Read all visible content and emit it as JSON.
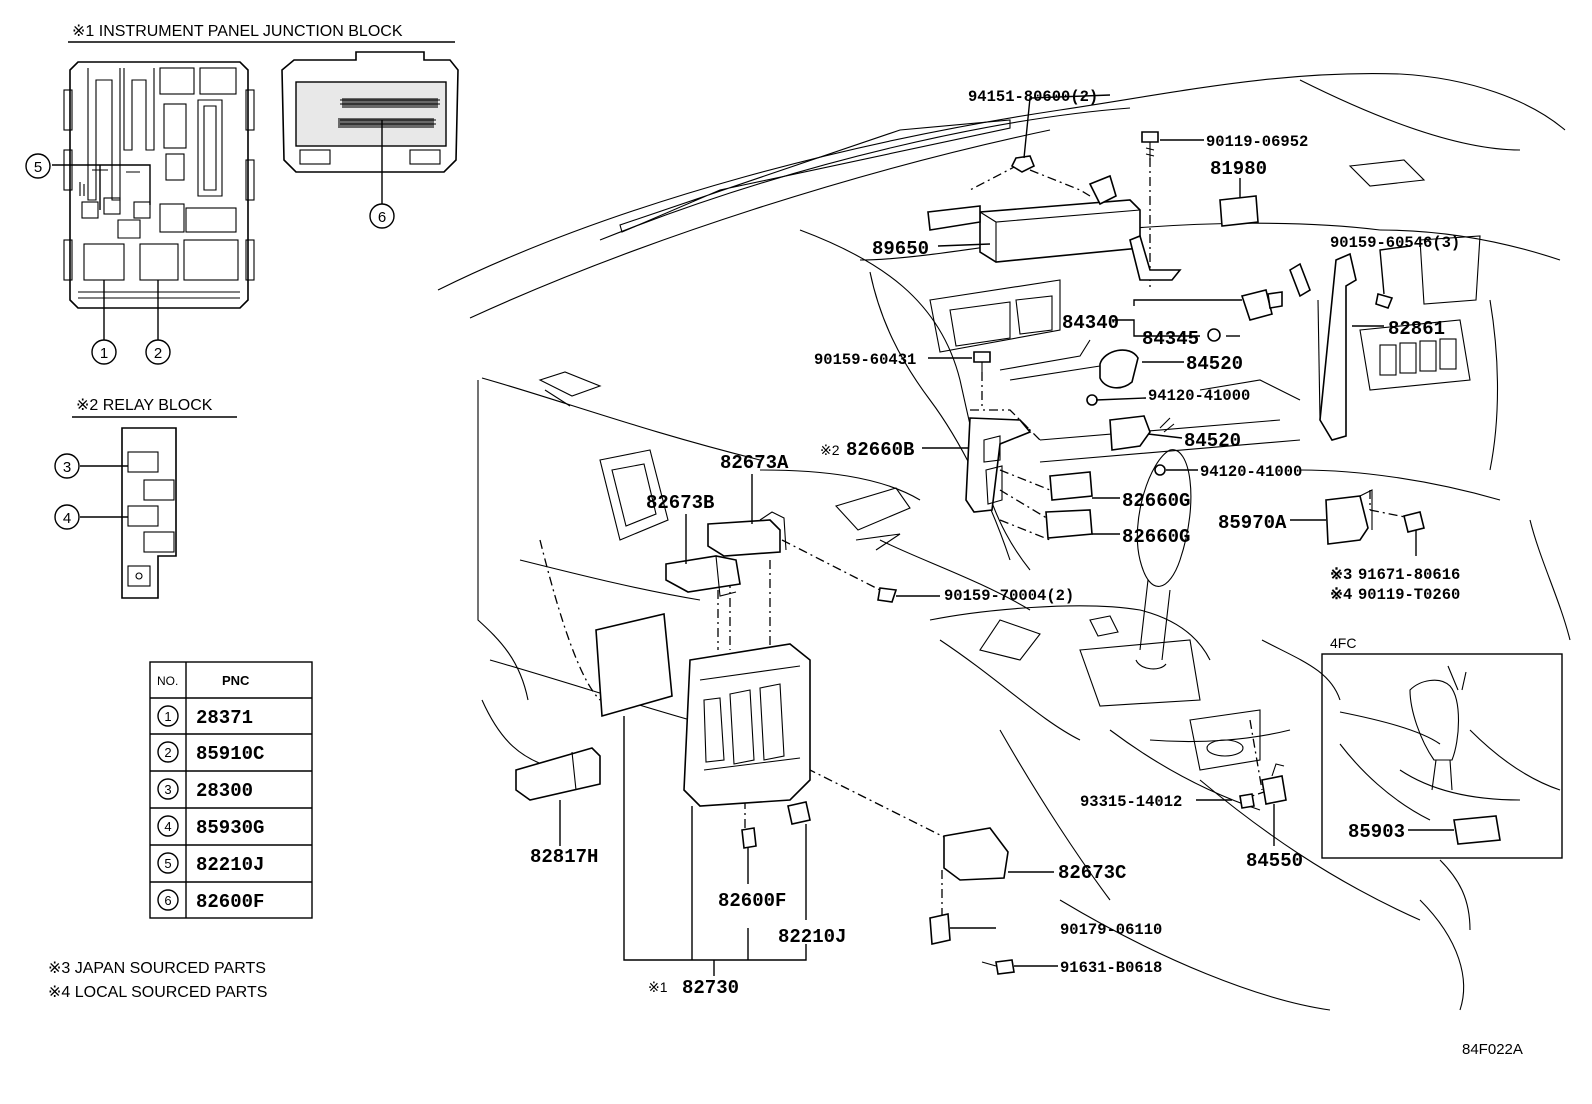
{
  "headers": {
    "jb": "※1 INSTRUMENT PANEL JUNCTION BLOCK",
    "rb": "※2 RELAY BLOCK",
    "inset": "4FC"
  },
  "notes": {
    "n3": "※3 JAPAN SOURCED PARTS",
    "n4": "※4 LOCAL SOURCED PARTS"
  },
  "footer_code": "84F022A",
  "table": {
    "col_no": "NO.",
    "col_pnc": "PNC",
    "rows": [
      {
        "no": "1",
        "pnc": "28371"
      },
      {
        "no": "2",
        "pnc": "85910C"
      },
      {
        "no": "3",
        "pnc": "28300"
      },
      {
        "no": "4",
        "pnc": "85930G"
      },
      {
        "no": "5",
        "pnc": "82210J"
      },
      {
        "no": "6",
        "pnc": "82600F"
      }
    ]
  },
  "callouts": {
    "c1": "1",
    "c2": "2",
    "c3": "3",
    "c4": "4",
    "c5": "5",
    "c6": "6"
  },
  "parts": {
    "p94151": "94151-80600(2)",
    "p90119_06952": "90119-06952",
    "p81980": "81980",
    "p89650": "89650",
    "p90159_60546": "90159-60546(3)",
    "p84340": "84340",
    "p84345": "84345",
    "p82861": "82861",
    "p90159_60431": "90159-60431",
    "p84520a": "84520",
    "p94120a": "94120-41000",
    "p84520b": "84520",
    "p94120b": "94120-41000",
    "p82660B_mark": "※2",
    "p82660B": "82660B",
    "p82673A": "82673A",
    "p82673B": "82673B",
    "p82660G_a": "82660G",
    "p82660G_b": "82660G",
    "p85970A": "85970A",
    "p91671_mark": "※3",
    "p91671": "91671-80616",
    "p90119_T0260_mark": "※4",
    "p90119_T0260": "90119-T0260",
    "p90159_70004": "90159-70004(2)",
    "p93315": "93315-14012",
    "p84550": "84550",
    "p82817H": "82817H",
    "p82600F": "82600F",
    "p82210J": "82210J",
    "p82673C": "82673C",
    "p90179": "90179-06110",
    "p91631": "91631-B0618",
    "p82730_mark": "※1",
    "p82730": "82730",
    "p85903": "85903"
  }
}
